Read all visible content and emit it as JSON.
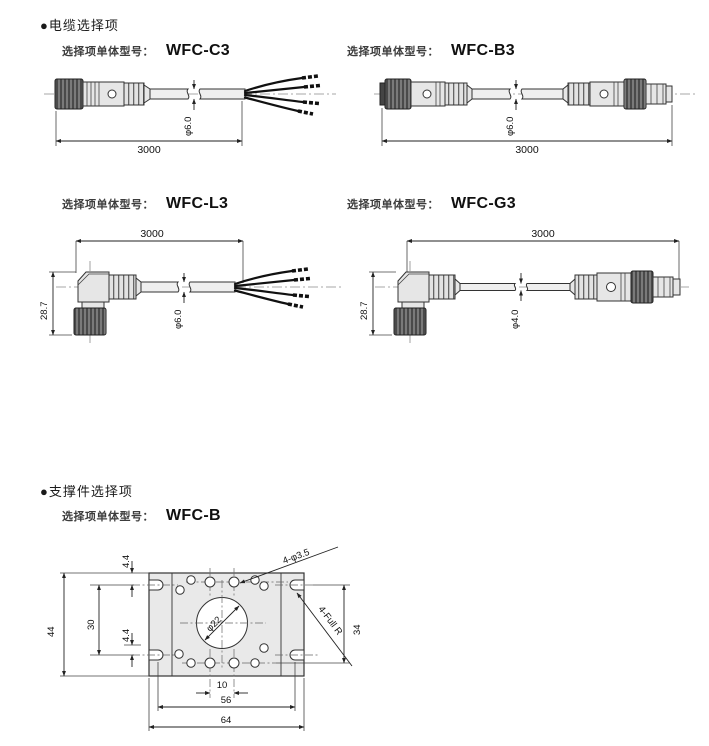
{
  "sections": {
    "cable": {
      "title": "●电缆选择项"
    },
    "bracket": {
      "title": "●支撑件选择项"
    }
  },
  "model_label": "选择项单体型号：",
  "drawings": {
    "c3": {
      "model": "WFC-C3",
      "length": "3000",
      "diameter": "φ6.0"
    },
    "b3": {
      "model": "WFC-B3",
      "length": "3000",
      "diameter": "φ6.0"
    },
    "l3": {
      "model": "WFC-L3",
      "length": "3000",
      "diameter": "φ6.0",
      "height": "28.7"
    },
    "g3": {
      "model": "WFC-G3",
      "length": "3000",
      "diameter": "φ4.0",
      "height": "28.7"
    },
    "bracket": {
      "model": "WFC-B",
      "overall_height": "44",
      "slot_spacing": "30",
      "offset_top": "4.4",
      "offset_bottom": "4.4",
      "right_height": "34",
      "hole_spacing": "10",
      "slot_span": "56",
      "overall_width": "64",
      "mount_holes": "4-φ3.5",
      "center_hole": "φ22",
      "corner_radius": "4-Full R"
    }
  },
  "colors": {
    "line": "#333333",
    "plate_fill": "#e9e9e9",
    "knurl_dark": "#4a4a4a",
    "body_fill": "#e6e6e6"
  }
}
